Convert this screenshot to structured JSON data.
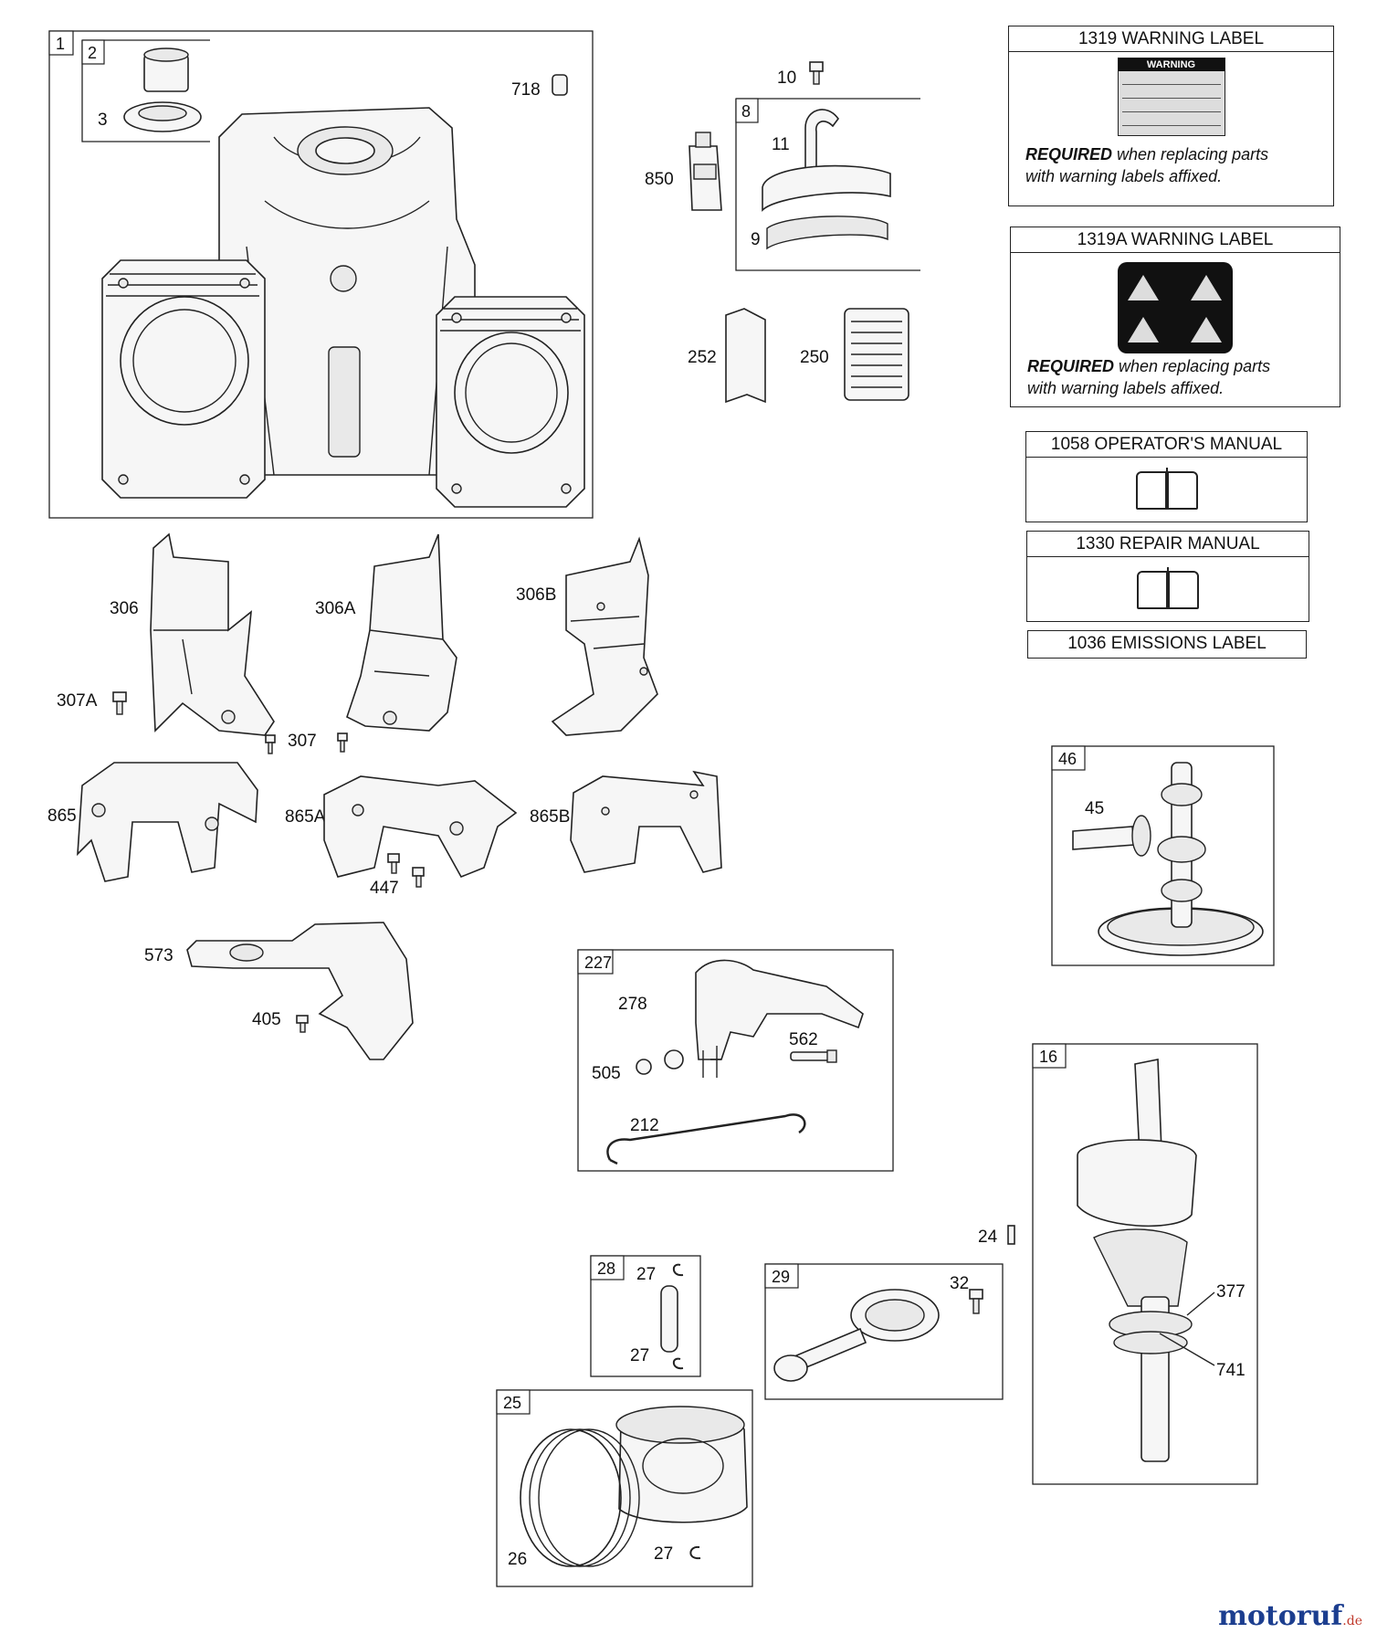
{
  "labels": {
    "p1": "1",
    "p2": "2",
    "p3": "3",
    "p718": "718",
    "p10": "10",
    "p8": "8",
    "p11": "11",
    "p850": "850",
    "p9": "9",
    "p252": "252",
    "p250": "250",
    "p306": "306",
    "p306a": "306A",
    "p306b": "306B",
    "p307a": "307A",
    "p307": "307",
    "p865": "865",
    "p865a": "865A",
    "p865b": "865B",
    "p447": "447",
    "p573": "573",
    "p405": "405",
    "p227": "227",
    "p278": "278",
    "p562": "562",
    "p505": "505",
    "p212": "212",
    "p46": "46",
    "p45": "45",
    "p16": "16",
    "p24": "24",
    "p377": "377",
    "p741": "741",
    "p28": "28",
    "p27a": "27",
    "p27b": "27",
    "p29": "29",
    "p32": "32",
    "p25": "25",
    "p26": "26",
    "p27c": "27"
  },
  "cards": {
    "warning1319": {
      "title": "1319 WARNING LABEL",
      "label_heading": "WARNING",
      "note_bold": "REQUIRED",
      "note_rest": " when replacing parts",
      "note_line2": "with warning labels affixed."
    },
    "warning1319a": {
      "title": "1319A WARNING LABEL",
      "note_bold": "REQUIRED",
      "note_rest": " when replacing parts",
      "note_line2": "with warning labels affixed."
    },
    "manual1058": {
      "title": "1058 OPERATOR'S MANUAL",
      "icon": "book-icon"
    },
    "manual1330": {
      "title": "1330 REPAIR MANUAL",
      "icon": "book-icon"
    },
    "emissions1036": {
      "title": "1036 EMISSIONS LABEL"
    }
  },
  "watermark": {
    "name": "motoruf",
    "suffix": ".de"
  }
}
